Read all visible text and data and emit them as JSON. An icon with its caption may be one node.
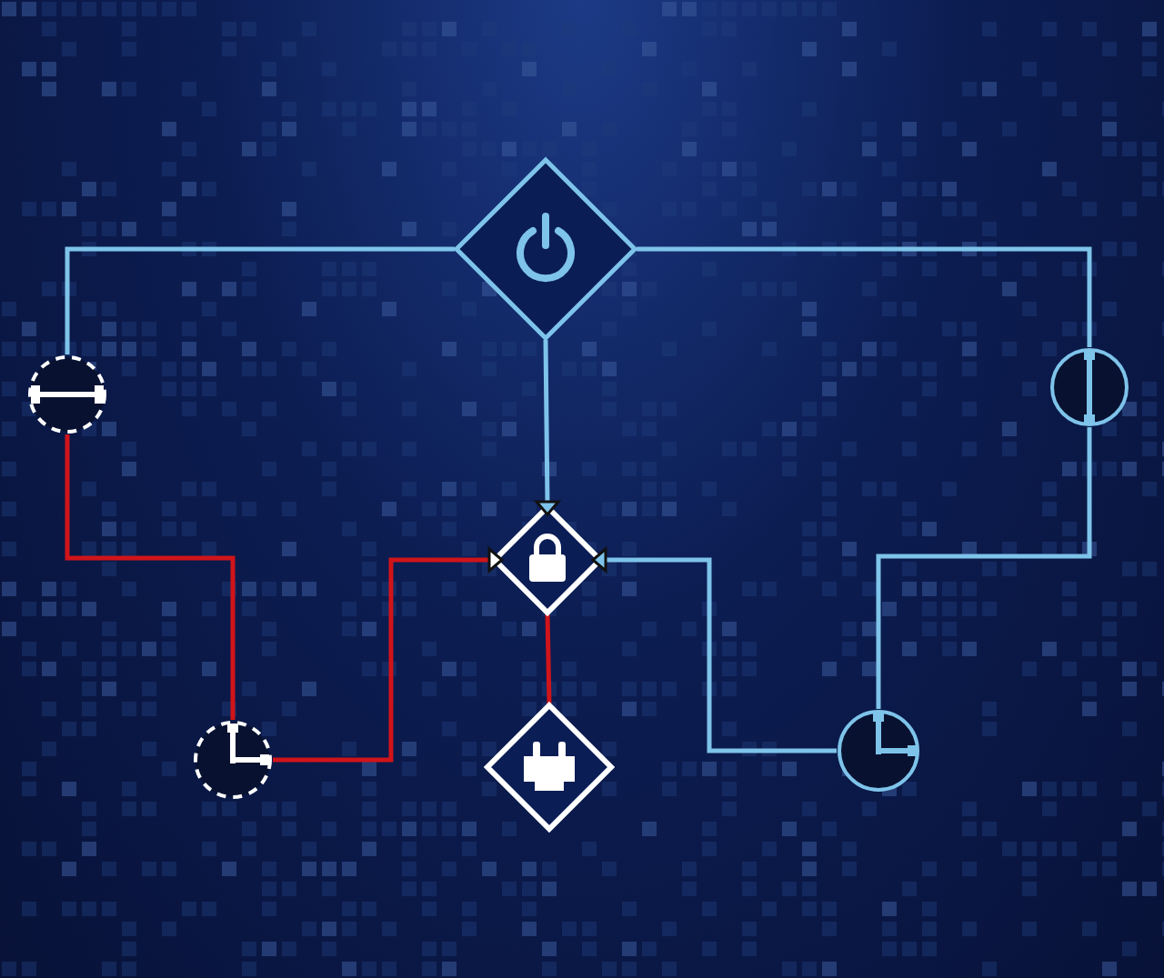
{
  "diagram": {
    "nodes": [
      {
        "text": [],
        "shape": "diamond"
      },
      {
        "text": [],
        "shape": "circle"
      },
      {
        "text": [],
        "shape": "circle"
      },
      {
        "text": [],
        "shape": "diamond"
      },
      {
        "text": [],
        "shape": "circle"
      },
      {
        "text": [],
        "shape": "diamond"
      },
      {
        "text": [],
        "shape": "circle"
      }
    ],
    "edges": [
      {
        "from": 0,
        "to": 1,
        "arrow": "none"
      },
      {
        "from": 0,
        "to": 2,
        "arrow": "none"
      },
      {
        "from": 0,
        "to": 3,
        "arrow": "none"
      },
      {
        "from": 1,
        "to": 4,
        "arrow": "none",
        "color": "#d0141a"
      },
      {
        "from": 4,
        "to": 3,
        "arrow": "none",
        "color": "#d0141a"
      },
      {
        "from": 3,
        "to": 5,
        "arrow": "none",
        "color": "#d0141a"
      },
      {
        "from": 3,
        "to": 6,
        "arrow": "none"
      },
      {
        "from": 2,
        "to": 6,
        "arrow": "none"
      }
    ]
  }
}
